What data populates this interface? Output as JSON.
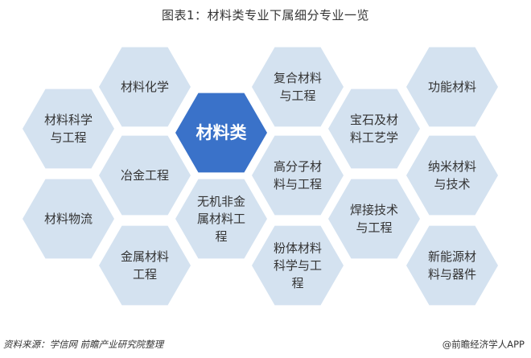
{
  "title": "图表1：材料类专业下属细分专业一览",
  "center": {
    "label": "材料类"
  },
  "hexagons": [
    {
      "lines": [
        "材料化学"
      ]
    },
    {
      "lines": [
        "材料科学",
        "与工程"
      ]
    },
    {
      "lines": [
        "冶金工程"
      ]
    },
    {
      "lines": [
        "材料物流"
      ]
    },
    {
      "lines": [
        "无机非金",
        "属材料工",
        "程"
      ]
    },
    {
      "lines": [
        "金属材料",
        "工程"
      ]
    },
    {
      "lines": [
        "复合材料",
        "与工程"
      ]
    },
    {
      "lines": [
        "高分子材",
        "料与工程"
      ]
    },
    {
      "lines": [
        "粉体材料",
        "科学与工",
        "程"
      ]
    },
    {
      "lines": [
        "宝石及材",
        "料工艺学"
      ]
    },
    {
      "lines": [
        "焊接技术",
        "与工程"
      ]
    },
    {
      "lines": [
        "功能材料"
      ]
    },
    {
      "lines": [
        "纳米材料",
        "与技术"
      ]
    },
    {
      "lines": [
        "新能源材",
        "料与器件"
      ]
    }
  ],
  "source": "资料来源：学信网 前瞻产业研究院整理",
  "brand": "@前瞻经济学人APP",
  "colors": {
    "hex_fill": "#d4e2f0",
    "center_fill": "#3a72c9",
    "center_text": "#ffffff",
    "text": "#333333"
  }
}
